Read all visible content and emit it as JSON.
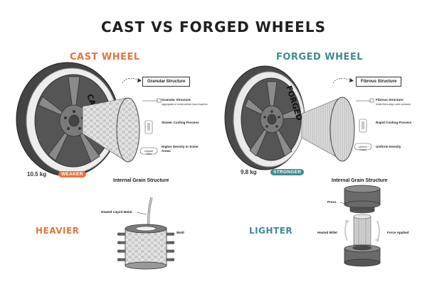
{
  "title": "CAST VS FORGED WHEELS",
  "cast": {
    "heading": "CAST WHEEL",
    "wheel_text": "CAST",
    "structure_box": "Granular Structure",
    "structure_label": "Granular Structure",
    "structure_note": "Aggregates of metal particle fused together",
    "process_label": "Slower Cooling Process",
    "density_label": "Higher Density in Some Areas",
    "pill_label": "Irregular Voids",
    "weight": "10.5 kg",
    "badge": "WEAKER",
    "big_label": "HEAVIER",
    "diagram_title": "Internal Grain Structure",
    "metal_label": "Heated Liquid Metal",
    "mold_label": "Mold"
  },
  "forged": {
    "heading": "FORGED WHEEL",
    "wheel_text": "FORGED",
    "structure_box": "Fibrous Structure",
    "structure_label": "Fibrous Structure",
    "structure_note": "Metal fibers align under pressure",
    "process_label": "Rapid Cooling Process",
    "density_label": "Uniform Density",
    "pill_label": "Uniform Grains",
    "weight": "9.8 kg",
    "badge": "STRONGER",
    "big_label": "LIGHTER",
    "diagram_title": "Internal Grain Structure",
    "press_label": "Press",
    "billet_label": "Heated Billet",
    "force_label": "Force Applied"
  },
  "colors": {
    "cast_accent": "#e8743b",
    "forged_accent": "#3f8b92",
    "wheel_dark": "#4a4a4a",
    "wheel_light": "#bdbdbd"
  }
}
